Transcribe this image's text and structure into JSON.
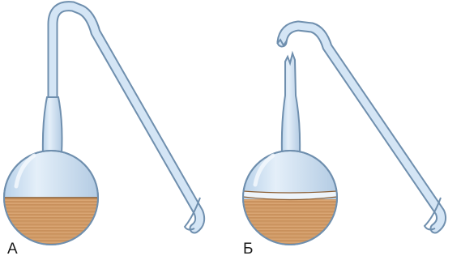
{
  "figure": {
    "panels": [
      {
        "label": "А",
        "neck": "intact",
        "liquid_level": 0.5
      },
      {
        "label": "Б",
        "neck": "broken",
        "liquid_level": 0.4
      }
    ],
    "colors": {
      "glass_fill": "#cfe1f2",
      "glass_highlight": "#eef5fc",
      "glass_stroke": "#6f8fae",
      "liquid_top": "#c9925e",
      "liquid_bottom": "#d9a877",
      "liquid_surface": "#e9f2fa",
      "background": "#ffffff"
    }
  }
}
